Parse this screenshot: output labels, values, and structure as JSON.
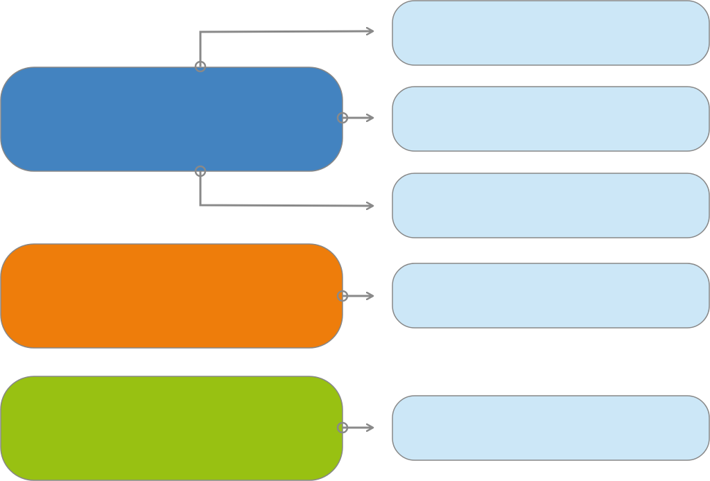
{
  "colors": {
    "source_blue": "#4383c0",
    "source_orange": "#ee7d0b",
    "source_green": "#98c112",
    "target_fill": "#cce7f7",
    "outline": "#878787",
    "connector": "#898989",
    "background": "#ffffff"
  },
  "source_nodes": [
    {
      "id": "blue",
      "label": "",
      "color_key": "source_blue"
    },
    {
      "id": "orange",
      "label": "",
      "color_key": "source_orange"
    },
    {
      "id": "green",
      "label": "",
      "color_key": "source_green"
    }
  ],
  "target_nodes": [
    {
      "id": "t1",
      "label": ""
    },
    {
      "id": "t2",
      "label": ""
    },
    {
      "id": "t3",
      "label": ""
    },
    {
      "id": "t4",
      "label": ""
    },
    {
      "id": "t5",
      "label": ""
    }
  ],
  "connections": [
    {
      "from": "blue",
      "to": "t1"
    },
    {
      "from": "blue",
      "to": "t2"
    },
    {
      "from": "blue",
      "to": "t3"
    },
    {
      "from": "orange",
      "to": "t4"
    },
    {
      "from": "green",
      "to": "t5"
    }
  ]
}
